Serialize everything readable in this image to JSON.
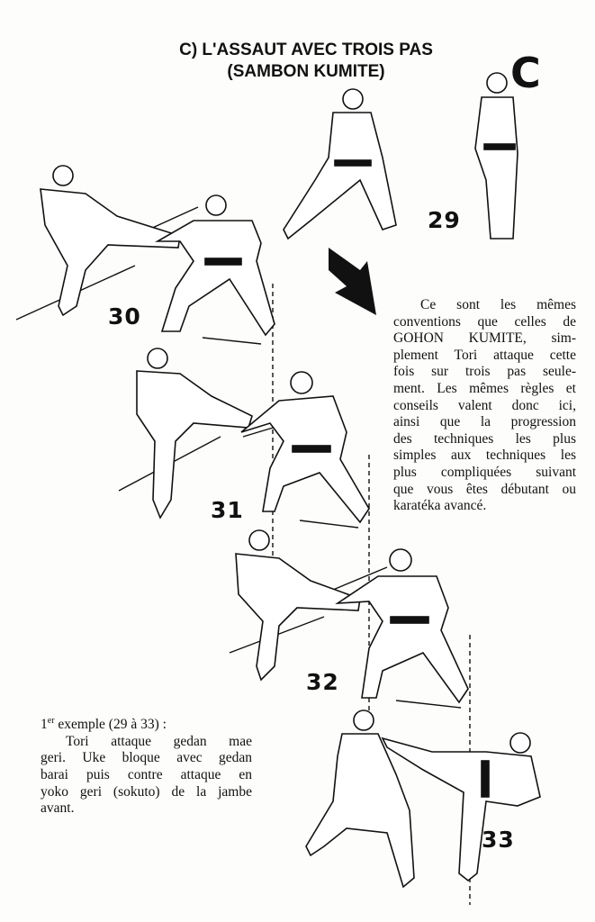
{
  "title_line1": "C) L'ASSAUT AVEC TROIS PAS",
  "title_line2": "(SAMBON KUMITE)",
  "section_letter": "C",
  "figure_numbers": [
    "29",
    "30",
    "31",
    "32",
    "33"
  ],
  "right_text_lines": [
    "Ce sont les mêmes",
    "conventions que celles de",
    "GOHON KUMITE, sim-",
    "plement Tori attaque cette",
    "fois sur trois pas seule-",
    "ment. Les mêmes règles et",
    "conseils valent donc ici,",
    "ainsi que la progression",
    "des techniques les plus",
    "simples aux techniques les",
    "plus compliquées suivant",
    "que vous êtes débutant ou",
    "karatéka avancé."
  ],
  "example": {
    "heading_prefix": "1",
    "heading_sup": "er",
    "heading_rest": " exemple (29 à 33) :",
    "lines": [
      "Tori attaque gedan mae",
      "geri. Uke bloque avec gedan",
      "barai puis contre attaque en",
      "yoko geri (sokuto) de la jambe",
      "avant."
    ]
  }
}
